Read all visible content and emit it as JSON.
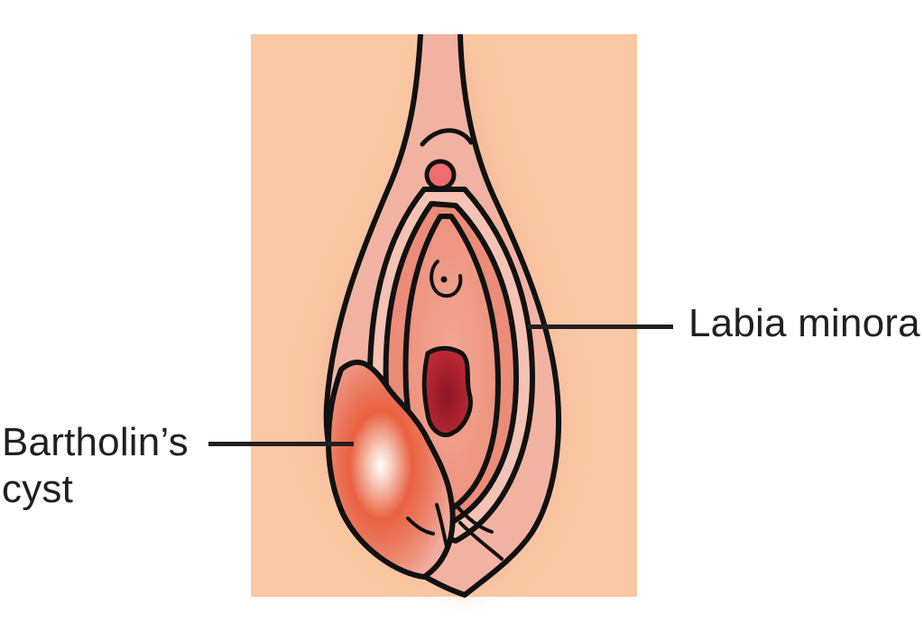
{
  "diagram": {
    "subject": "Bartholin's cyst anatomical illustration",
    "background_color": "#ffffff",
    "panel_color": "#f9c7a3",
    "colors": {
      "outline": "#111111",
      "outer_skin": "#f3b4a3",
      "inner_tissue": "#ea8f78",
      "vestibule": "#f1a594",
      "opening": "#a3192a",
      "cyst": "#e4502f",
      "clitoris": "#ef6a6a",
      "label_text": "#231f20"
    },
    "labels": [
      {
        "id": "bartholins-cyst",
        "lines": [
          "Bartholin’s",
          "cyst"
        ]
      },
      {
        "id": "labia-minora",
        "lines": [
          "Labia minora"
        ]
      }
    ]
  }
}
